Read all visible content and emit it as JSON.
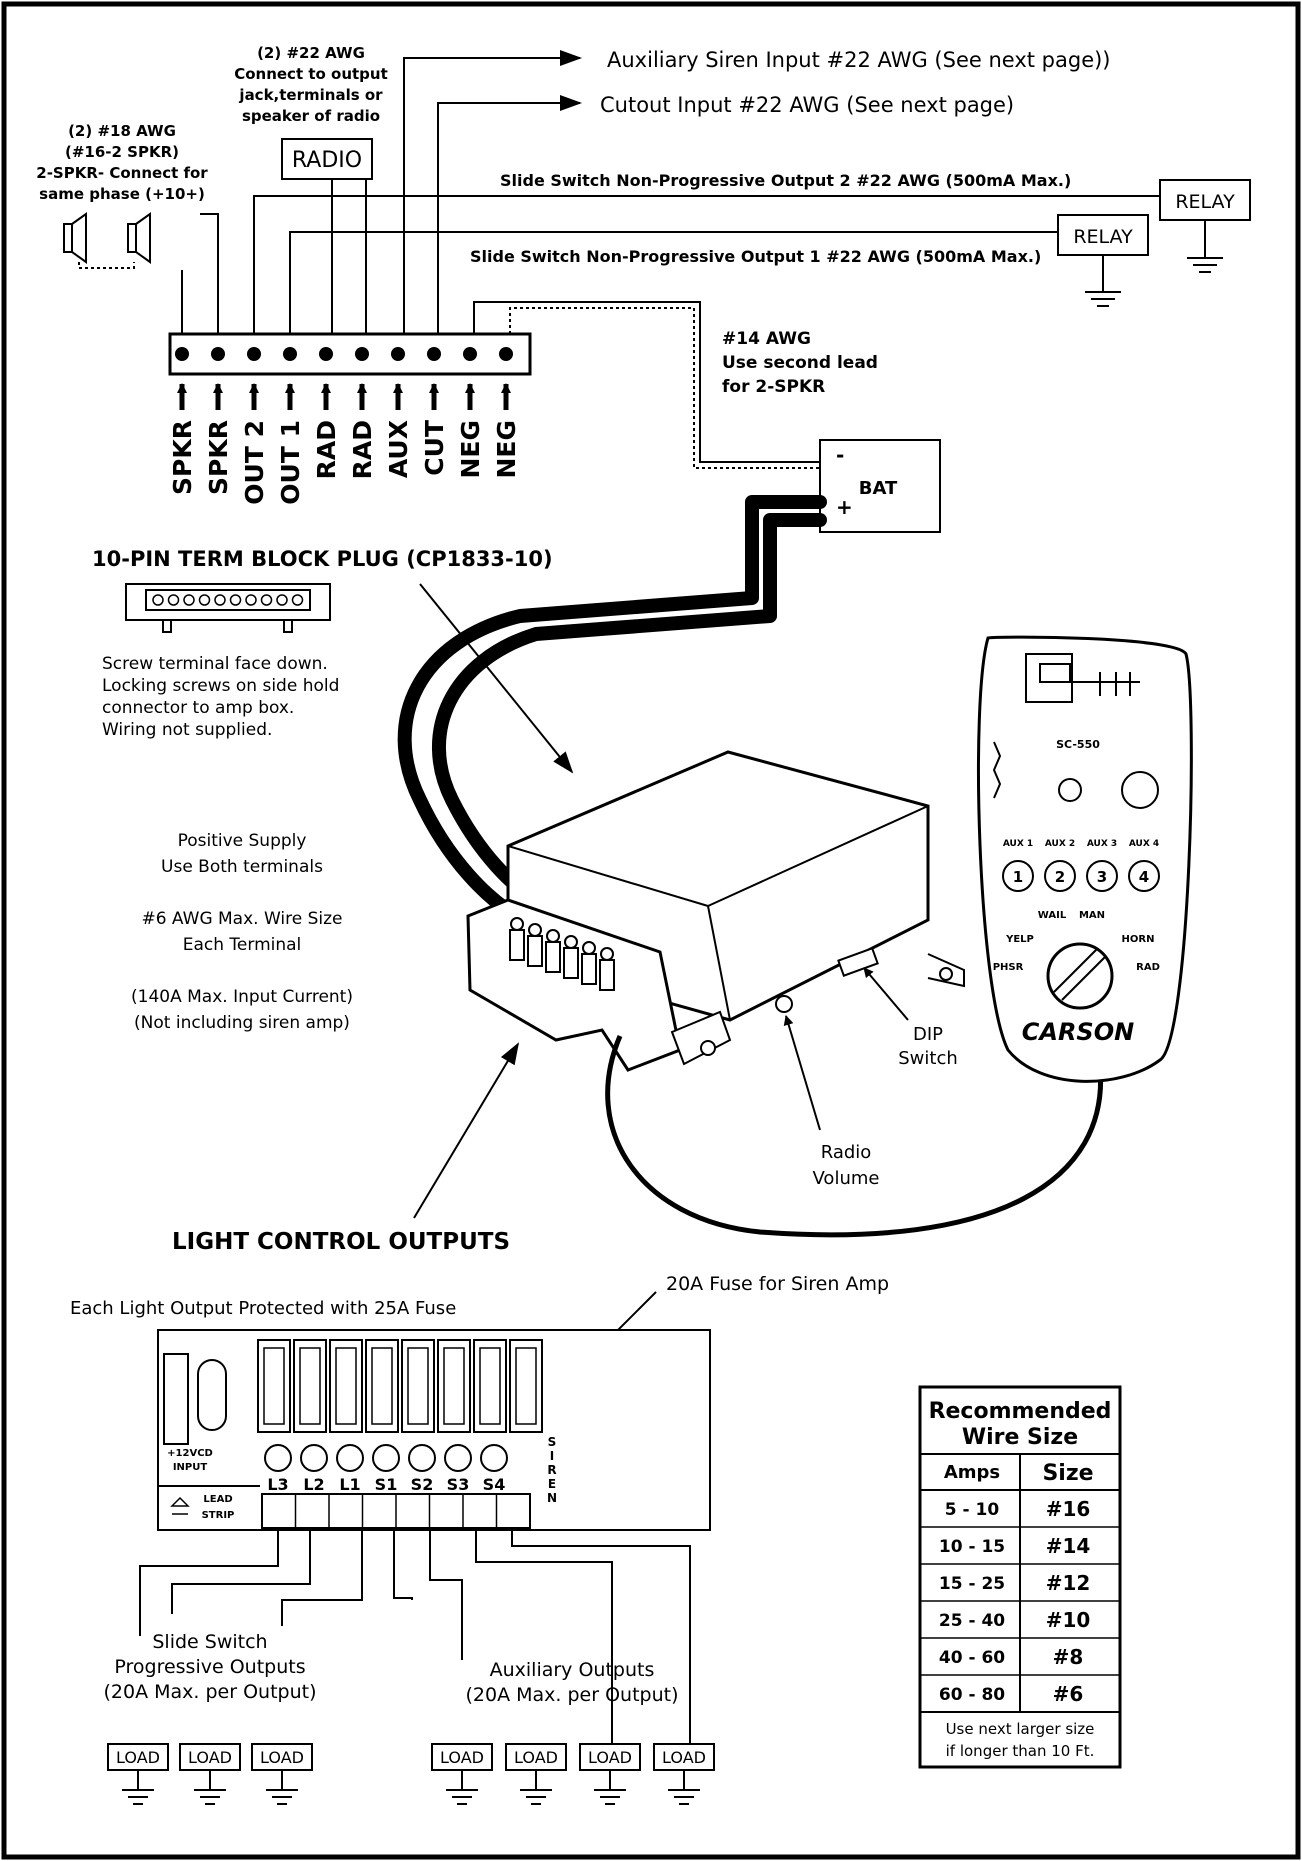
{
  "top_labels": {
    "aux_siren_input": "Auxiliary Siren Input #22 AWG (See next page))",
    "cutout_input": "Cutout Input #22 AWG (See next page)",
    "radio_wire_l1": "(2) #22 AWG",
    "radio_wire_l2": "Connect to output",
    "radio_wire_l3": "jack,terminals or",
    "radio_wire_l4": "speaker of radio",
    "radio": "RADIO",
    "speaker_l1": "(2) #18 AWG",
    "speaker_l2": "(#16-2 SPKR)",
    "speaker_l3": "2-SPKR- Connect for",
    "speaker_l4": "same phase (+10+)",
    "output2": "Slide Switch Non-Progressive Output 2 #22 AWG (500mA Max.)",
    "output1": "Slide Switch Non-Progressive Output 1 #22 AWG (500mA Max.)",
    "relay": "RELAY",
    "bat_wire_l1": "#14 AWG",
    "bat_wire_l2": "Use second lead",
    "bat_wire_l3": "for 2-SPKR",
    "bat": "BAT",
    "bat_neg": "-",
    "bat_pos": "+"
  },
  "terminals": [
    "SPKR",
    "SPKR",
    "OUT 2",
    "OUT 1",
    "RAD",
    "RAD",
    "AUX",
    "CUT",
    "NEG",
    "NEG"
  ],
  "plug": {
    "title": "10-PIN TERM BLOCK PLUG (CP1833-10)",
    "note_l1": "Screw terminal face down.",
    "note_l2": "Locking screws on side hold",
    "note_l3": "connector to amp box.",
    "note_l4": "Wiring not supplied."
  },
  "supply": {
    "l1": "Positive Supply",
    "l2": "Use Both terminals",
    "l3": "#6 AWG Max. Wire Size",
    "l4": "Each Terminal",
    "l5": "(140A Max. Input Current)",
    "l6": "(Not including siren amp)"
  },
  "unit": {
    "dip_l1": "DIP",
    "dip_l2": "Switch",
    "radio_l1": "Radio",
    "radio_l2": "Volume"
  },
  "controller": {
    "model": "SC-550",
    "brand": "CARSON",
    "aux_labels": [
      "AUX 1",
      "AUX 2",
      "AUX 3",
      "AUX 4"
    ],
    "buttons": [
      "1",
      "2",
      "3",
      "4"
    ],
    "wail": "WAIL",
    "man": "MAN",
    "yelp": "YELP",
    "horn": "HORN",
    "phsr": "PHSR",
    "rad": "RAD"
  },
  "light": {
    "title": "LIGHT CONTROL OUTPUTS",
    "fuse_note": "Each Light Output Protected with 25A Fuse",
    "siren_fuse": "20A Fuse for Siren Amp",
    "input_l1": "+12VCD",
    "input_l2": "INPUT",
    "lead_l1": "LEAD",
    "lead_l2": "STRIP",
    "siren_letters": [
      "S",
      "I",
      "R",
      "E",
      "N"
    ],
    "outputs": [
      "L3",
      "L2",
      "L1",
      "S1",
      "S2",
      "S3",
      "S4"
    ],
    "progressive_l1": "Slide Switch",
    "progressive_l2": "Progressive Outputs",
    "progressive_l3": "(20A Max. per Output)",
    "aux_l1": "Auxiliary Outputs",
    "aux_l2": "(20A Max. per Output)",
    "load": "LOAD"
  },
  "wire_table": {
    "title_l1": "Recommended",
    "title_l2": "Wire Size",
    "headers": [
      "Amps",
      "Size"
    ],
    "rows": [
      [
        "5 - 10",
        "#16"
      ],
      [
        "10 - 15",
        "#14"
      ],
      [
        "15 - 25",
        "#12"
      ],
      [
        "25 - 40",
        "#10"
      ],
      [
        "40 - 60",
        "#8"
      ],
      [
        "60 - 80",
        "#6"
      ]
    ],
    "footer_l1": "Use next larger size",
    "footer_l2": "if longer than 10 Ft."
  }
}
